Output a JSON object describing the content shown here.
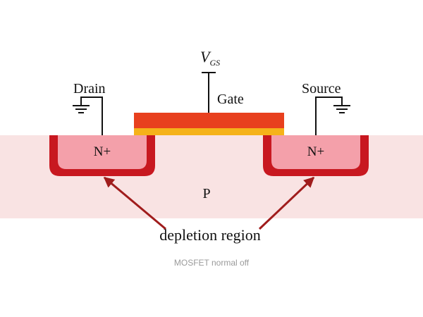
{
  "diagram": {
    "voltage_label": {
      "main": "V",
      "sub": "GS"
    },
    "terminals": {
      "drain": "Drain",
      "gate": "Gate",
      "source": "Source"
    },
    "regions": {
      "left_well": "N+",
      "right_well": "N+",
      "substrate": "P"
    },
    "annotation": "depletion region",
    "caption": "MOSFET normal off"
  },
  "colors": {
    "substrate": "#f9e3e3",
    "depletion": "#c81820",
    "n_plus": "#f4a0aa",
    "gate_metal": "#e8401e",
    "gate_oxide": "#f5b21a",
    "wire": "#111111",
    "arrow": "#a01c1c"
  }
}
